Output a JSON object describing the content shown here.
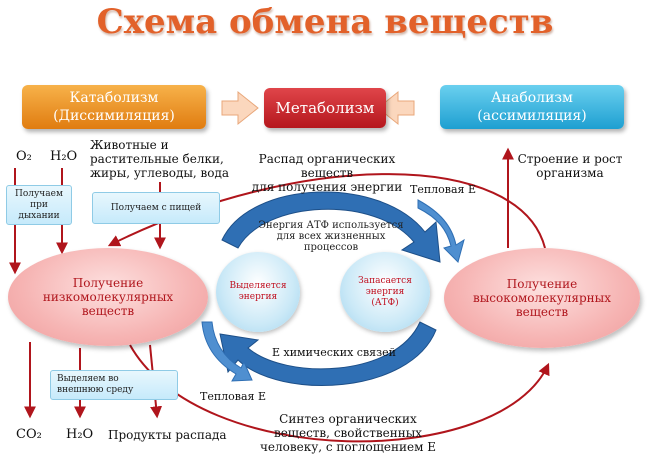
{
  "title": "Схема обмена веществ",
  "header": {
    "catabolism": [
      "Катаболизм",
      "(Диссимиляция)"
    ],
    "metabolism": "Метаболизм",
    "anabolism": [
      "Анаболизм",
      "(ассимиляция)"
    ]
  },
  "left": {
    "o2": "O₂",
    "h2o": "H₂O",
    "foods": [
      "Животные и",
      "растительные белки,",
      "жиры, углеводы, вода"
    ],
    "box_breathing": [
      "Получаем",
      "при",
      "дыхании"
    ],
    "box_food": "Получаем с пищей",
    "ellipse": [
      "Получение",
      "низкомолекулярных",
      "веществ"
    ],
    "box_excrete": [
      "Выделяем во",
      "внешнюю среду"
    ],
    "co2": "CO₂",
    "h2o_out": "H₂O",
    "products": "Продукты распада"
  },
  "center": {
    "breakdown": [
      "Распад органических веществ",
      "для получения энергии"
    ],
    "heat_top": "Тепловая Е",
    "atp_use": [
      "Энергия АТФ используется",
      "для всех жизненных",
      "процессов"
    ],
    "released": [
      "Выделяется",
      "энергия"
    ],
    "stored": [
      "Запасается",
      "энергия",
      "(АТФ)"
    ],
    "chem_bonds": "Е химических связей",
    "heat_bottom": "Тепловая Е",
    "synthesis": [
      "Синтез органических",
      "веществ, свойственных",
      "человеку, с поглощением Е"
    ]
  },
  "right": {
    "growth": [
      "Строение и рост",
      "организма"
    ],
    "ellipse": [
      "Получение",
      "высокомолекулярных",
      "веществ"
    ]
  },
  "colors": {
    "title": "#e2612a",
    "line_red": "#b0151c",
    "arrow_blue": "#2f6fb4",
    "orange_arrow": "#f8c9a6"
  }
}
